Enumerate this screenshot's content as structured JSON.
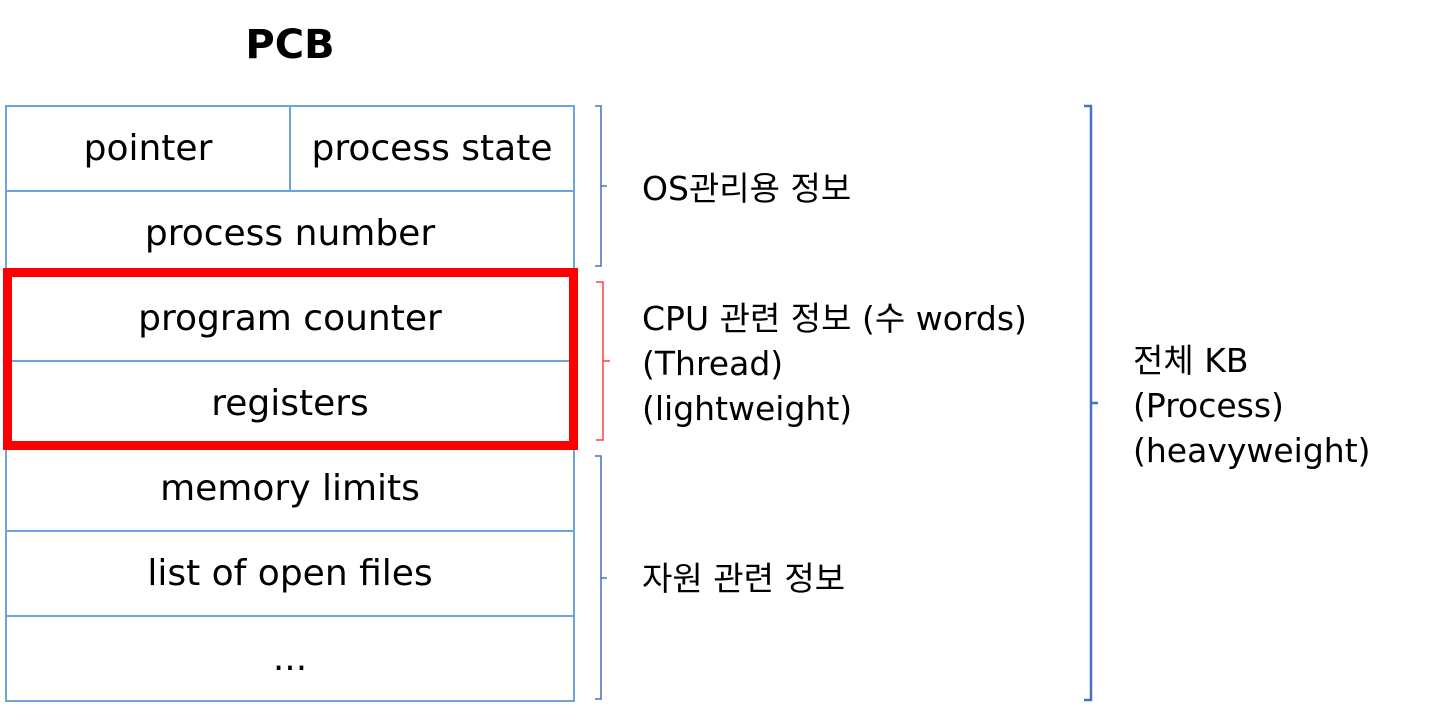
{
  "title": "PCB",
  "table": {
    "row1": {
      "left": "pointer",
      "right": "process state"
    },
    "rows": [
      "process number",
      "program counter",
      "registers",
      "memory limits",
      "list of open files",
      "..."
    ]
  },
  "groups": {
    "os": "OS관리용 정보",
    "cpu": [
      "CPU 관련 정보 (수 words)",
      "(Thread)",
      "(lightweight)"
    ],
    "resource": "자원 관련 정보",
    "whole": [
      "전체 KB",
      "(Process)",
      "(heavyweight)"
    ]
  },
  "colors": {
    "border": "#6fa3dc",
    "highlight": "#ff0000",
    "brace_blue": "#4472c4",
    "brace_red": "#ff4040"
  }
}
